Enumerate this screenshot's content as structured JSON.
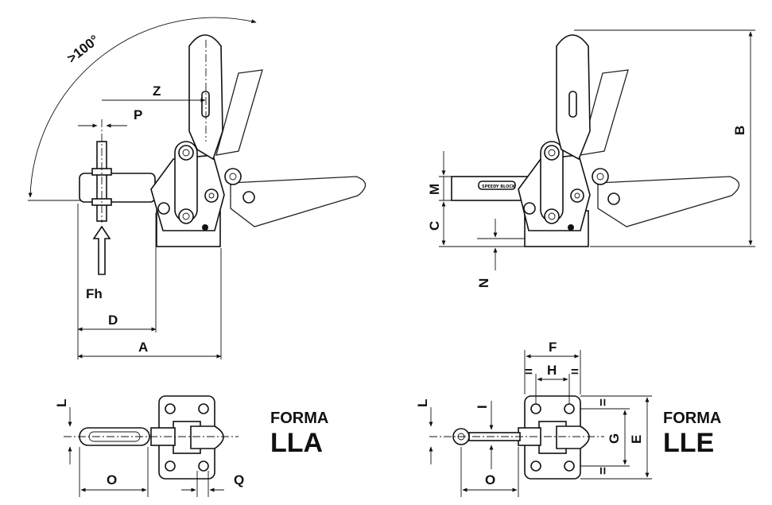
{
  "angle_label": ">100°",
  "force_label": "Fh",
  "dimensions": {
    "A": "A",
    "B": "B",
    "C": "C",
    "D": "D",
    "E": "E",
    "F": "F",
    "G": "G",
    "H": "H",
    "I": "I",
    "L_left": "L",
    "L_right": "L",
    "M": "M",
    "N": "N",
    "O_left": "O",
    "O_right": "O",
    "P": "P",
    "Q": "Q",
    "Z": "Z"
  },
  "forma_lla": {
    "word": "FORMA",
    "code": "LLA"
  },
  "forma_lle": {
    "word": "FORMA",
    "code": "LLE"
  }
}
